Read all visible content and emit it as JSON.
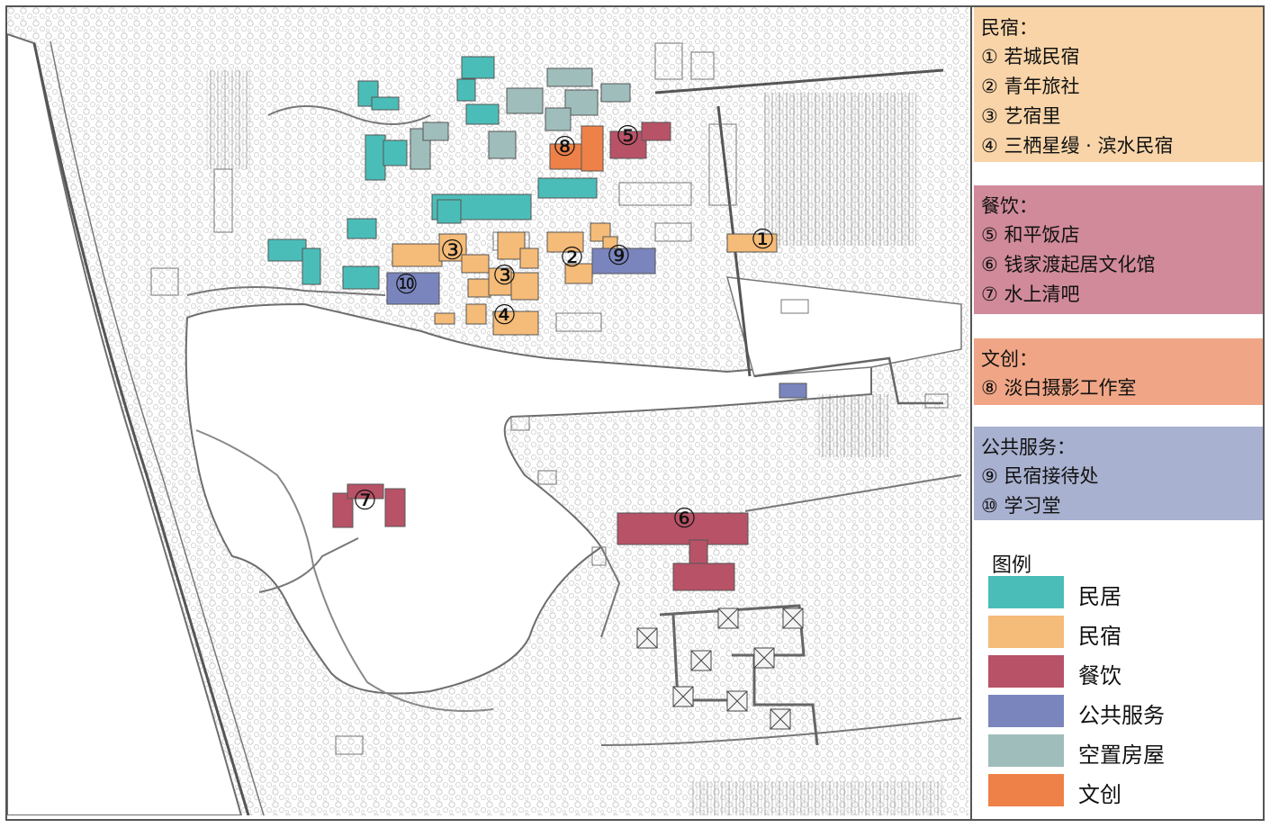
{
  "colors": {
    "residence": "#4bbdb8",
    "homestay": "#f5bb78",
    "dining": "#b85266",
    "public_service": "#7a85be",
    "vacant": "#9fbdbb",
    "culture": "#ee8148",
    "water": "#ffffff",
    "sketch": "#8a8a8a"
  },
  "sections": [
    {
      "title": "民宿：",
      "bg": "#f8d4a8",
      "items": [
        "① 若城民宿",
        "② 青年旅社",
        "③ 艺宿里",
        "④ 三栖星缦 · 滨水民宿"
      ]
    },
    {
      "title": "餐饮：",
      "bg": "#d08a99",
      "items": [
        "⑤ 和平饭店",
        "⑥ 钱家渡起居文化馆",
        "⑦ 水上清吧"
      ]
    },
    {
      "title": "文创：",
      "bg": "#f0a686",
      "items": [
        "⑧ 淡白摄影工作室"
      ]
    },
    {
      "title": "公共服务：",
      "bg": "#a9b1d0",
      "items": [
        "⑨ 民宿接待处",
        "⑩ 学习堂"
      ]
    }
  ],
  "legend": {
    "title": "图例",
    "items": [
      {
        "label": "民居",
        "type": "residence"
      },
      {
        "label": "民宿",
        "type": "homestay"
      },
      {
        "label": "餐饮",
        "type": "dining"
      },
      {
        "label": "公共服务",
        "type": "public_service"
      },
      {
        "label": "空置房屋",
        "type": "vacant"
      },
      {
        "label": "文创",
        "type": "culture"
      }
    ]
  },
  "map_markers": [
    "①",
    "②",
    "③",
    "③",
    "④",
    "⑤",
    "⑥",
    "⑦",
    "⑧",
    "⑨",
    "⑩"
  ]
}
